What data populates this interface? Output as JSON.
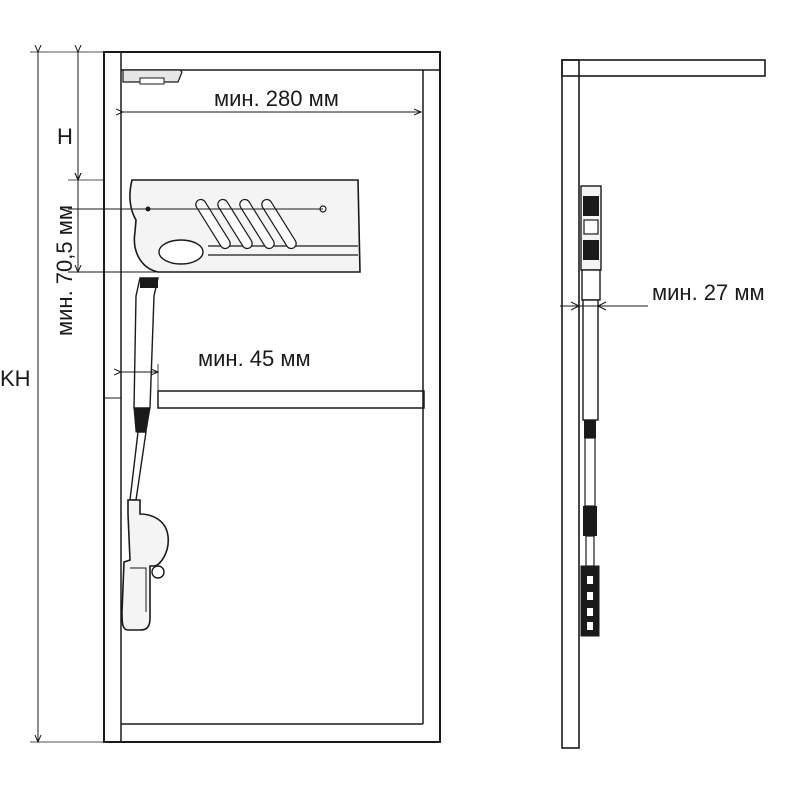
{
  "labels": {
    "h": "H",
    "kh": "KH",
    "min_70_5": "мин. 70,5 мм",
    "min_280": "мин. 280 мм",
    "min_45": "мин. 45 мм",
    "min_27": "мин. 27 мм"
  },
  "colors": {
    "line": "#1a1a1a",
    "panel_fill": "#ffffff",
    "mechanism_fill": "#d8d8d8",
    "dark_fill": "#2a2a2a"
  }
}
